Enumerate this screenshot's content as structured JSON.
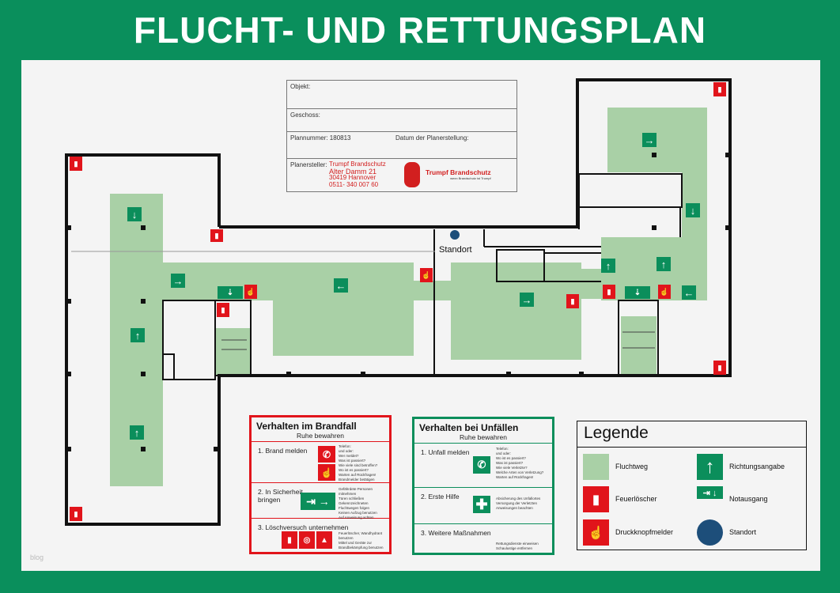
{
  "title": "FLUCHT- UND RETTUNGSPLAN",
  "info": {
    "objekt": "Objekt:",
    "geschoss": "Geschoss:",
    "plannummer": "Plannummer: 180813",
    "datum": "Datum der Planerstellung:",
    "planersteller_label": "Planersteller:",
    "company": "Trumpf Brandschutz",
    "street": "Alter Damm 21",
    "city": "30419 Hannover",
    "phone": "0511- 340 007 60",
    "logo_name": "Trumpf Brandschutz",
    "logo_slogan": "wenn Brandschutz ist Trumpf"
  },
  "plan": {
    "standort_label": "Standort"
  },
  "brandfall": {
    "title": "Verhalten im Brandfall",
    "subtitle": "Ruhe bewahren",
    "steps": [
      {
        "label": "1. Brand melden",
        "text": [
          "Telefon:",
          "und oder:",
          "Wer meldet?",
          "Was ist passiert?",
          "Wie viele sind betroffen?",
          "Wo ist es passiert?",
          "Warten auf Rückfragen!",
          "Brandmelder betätigen"
        ]
      },
      {
        "label": "2. In Sicherheit bringen",
        "text": [
          "Gefährdete Personen mitnehmen",
          "Türen schließen",
          "Gekennzeichneten Fluchtwegen folgen",
          "Keinen Aufzug benutzen",
          "Auf Anweisung achten"
        ]
      },
      {
        "label": "3. Löschversuch unternehmen",
        "text": [
          "Feuerlöscher, Wandhydrant benutzen",
          "Mittel und Geräte zur Brandbekämpfung benutzen"
        ]
      }
    ]
  },
  "unfall": {
    "title": "Verhalten bei Unfällen",
    "subtitle": "Ruhe bewahren",
    "steps": [
      {
        "label": "1. Unfall melden",
        "text": [
          "Telefon:",
          "und oder:",
          "Wo ist es passiert?",
          "Was ist passiert?",
          "Wie viele Verletzte?",
          "Welche Arten von Verletzung?",
          "Warten auf Rückfragen!"
        ]
      },
      {
        "label": "2. Erste Hilfe",
        "text": [
          "Absicherung des Unfallortes",
          "Versorgung der Verletzten",
          "Anweisungen beachten"
        ]
      },
      {
        "label": "3. Weitere Maßnahmen",
        "text": [
          "Rettungsdienste einweisen",
          "Schaulustige entfernen"
        ]
      }
    ]
  },
  "legend": {
    "title": "Legende",
    "items": [
      "Fluchtweg",
      "Richtungsangabe",
      "Feuerlöscher",
      "Notausgang",
      "Druckknopfmelder",
      "Standort"
    ]
  },
  "watermark": "blog",
  "colors": {
    "green": "#0b8e5b",
    "route": "#a9d0a6",
    "red": "#e1141b",
    "standort": "#1d4e7a"
  }
}
